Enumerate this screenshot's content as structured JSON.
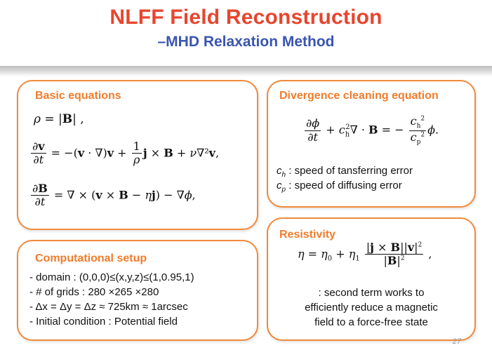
{
  "slide": {
    "title": "NLFF Field Reconstruction",
    "subtitle": "–MHD Relaxation Method",
    "page_number": "27"
  },
  "basic_equations": {
    "title": "Basic equations"
  },
  "divergence_cleaning": {
    "title": "Divergence cleaning equation",
    "ch_label": "c",
    "ch_sub": "h",
    "ch_desc": ": speed of tansferring error",
    "cp_label": "c",
    "cp_sub": "p",
    "cp_desc": ": speed of diffusing error"
  },
  "resistivity": {
    "title": "Resistivity",
    "desc_line1": ": second term works to",
    "desc_line2": "efficiently reduce a magnetic",
    "desc_line3": "field to a force-free state"
  },
  "computational_setup": {
    "title": "Computational setup",
    "items": [
      "- domain : (0,0,0)≤(x,y,z)≤(1,0.95,1)",
      "- # of grids : 280 ×265 ×280",
      "- Δx = Δy = Δz ≈ 725km ≈ 1arcsec",
      "- Initial condition : Potential field"
    ]
  }
}
